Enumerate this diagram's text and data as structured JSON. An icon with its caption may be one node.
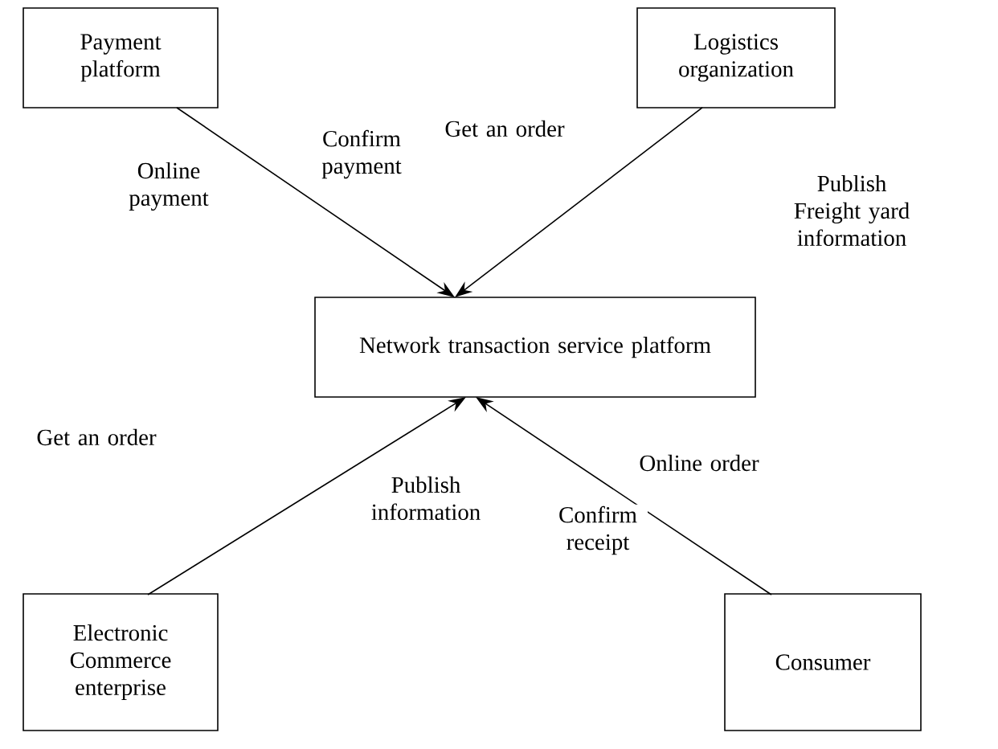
{
  "diagram": {
    "nodes": [
      {
        "text": [
          "Payment platform"
        ]
      },
      {
        "text": [
          "Logistics organization"
        ]
      },
      {
        "text": [
          "Network transaction service platform"
        ]
      },
      {
        "text": [
          "Electronic Commerce enterprise"
        ]
      },
      {
        "text": [
          "Consumer"
        ]
      }
    ],
    "edges": [
      {
        "from": 0,
        "to": 2,
        "arrow": "to",
        "label": "Online payment"
      },
      {
        "from": 1,
        "to": 2,
        "arrow": "to",
        "label": "Get an order"
      },
      {
        "from": 3,
        "to": 2,
        "arrow": "to",
        "label": "Publish information"
      },
      {
        "from": 4,
        "to": 2,
        "arrow": "to",
        "label": "Online order"
      }
    ],
    "labels": [
      "Confirm payment",
      "Publish Freight yard information",
      "Get an order",
      "Confirm receipt"
    ]
  }
}
